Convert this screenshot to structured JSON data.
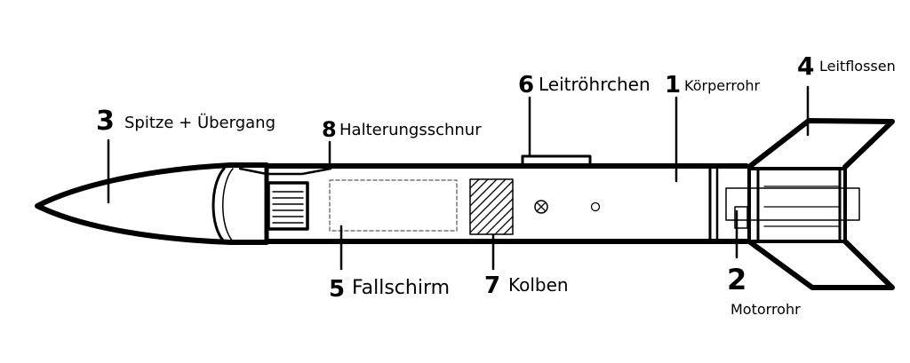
{
  "labels": {
    "body_tube": {
      "number": "1",
      "text": "Körperrohr"
    },
    "motor_tube": {
      "number": "2",
      "text": "Motorrohr"
    },
    "nose": {
      "number": "3",
      "text": "Spitze + Übergang"
    },
    "fins": {
      "number": "4",
      "text": "Leitflossen"
    },
    "parachute": {
      "number": "5",
      "text": "Fallschirm"
    },
    "launch_lug": {
      "number": "6",
      "text": "Leitröhrchen"
    },
    "piston": {
      "number": "7",
      "text": "Kolben"
    },
    "shock_cord": {
      "number": "8",
      "text": "Halterungsschnur"
    }
  },
  "colors": {
    "ink": "#000000",
    "paper": "#ffffff",
    "dash": "#777777"
  }
}
